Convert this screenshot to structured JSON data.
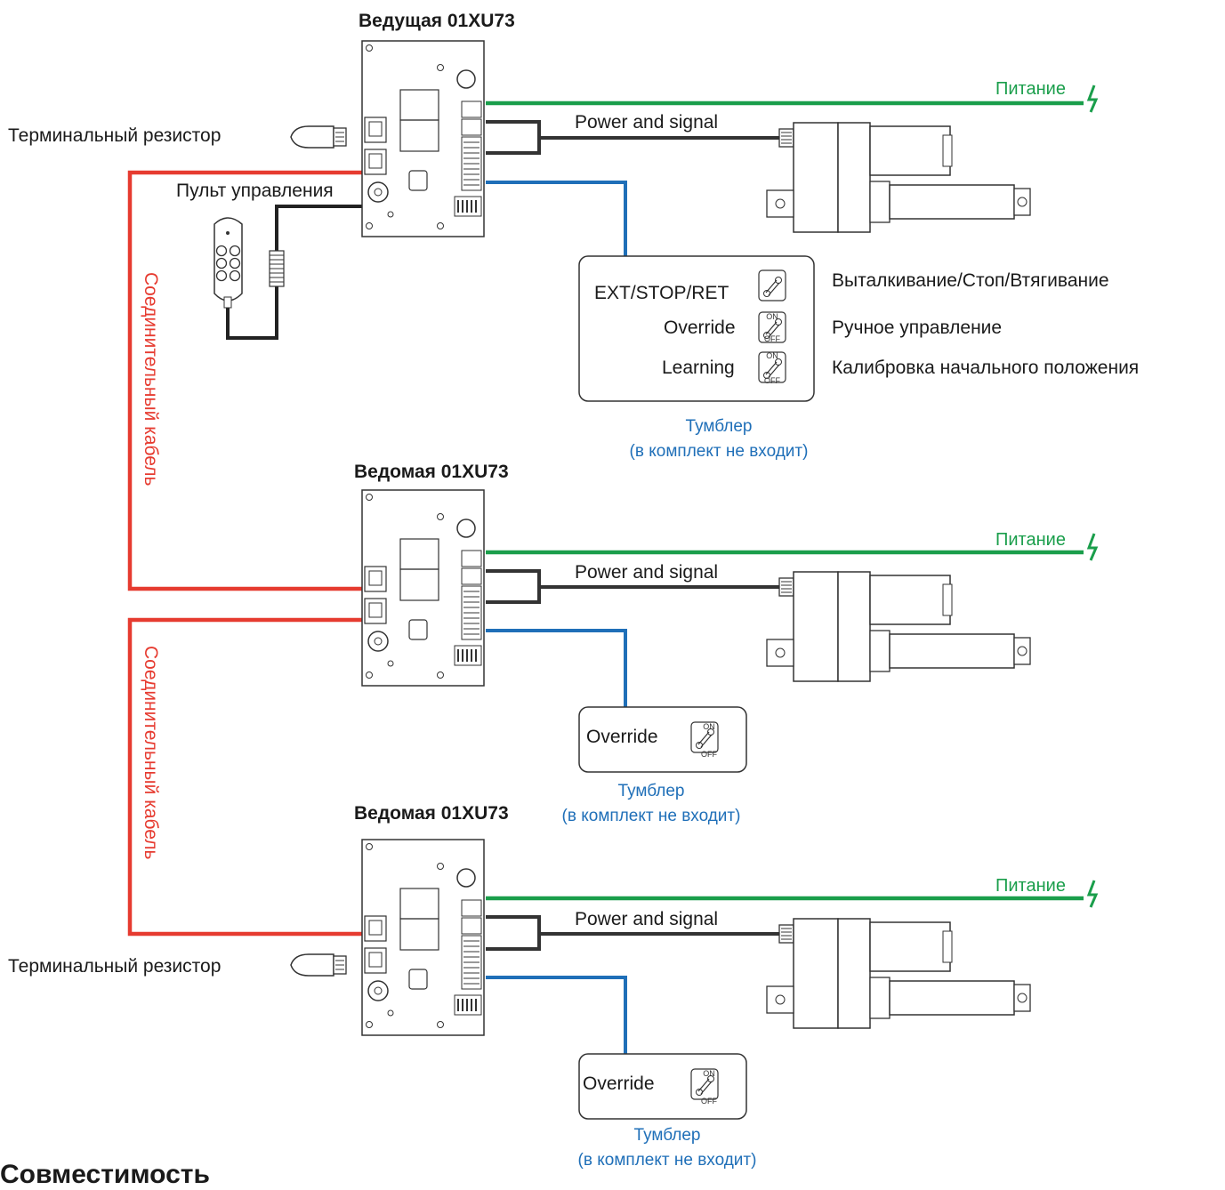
{
  "colors": {
    "power_line": "#1a9e4b",
    "link_cable": "#e63b30",
    "switch_line": "#1f6fb8",
    "signal_line": "#333333"
  },
  "units": [
    {
      "title": "Ведущая 01XU73",
      "power_label": "Питание",
      "signal_label": "Power and signal",
      "switch_caption_1": "Тумблер",
      "switch_caption_2": "(в комплект не входит)"
    },
    {
      "title": "Ведомая 01XU73",
      "power_label": "Питание",
      "signal_label": "Power and signal",
      "switch_caption_1": "Тумблер",
      "switch_caption_2": "(в комплект не входит)"
    },
    {
      "title": "Ведомая 01XU73",
      "power_label": "Питание",
      "signal_label": "Power and signal",
      "switch_caption_1": "Тумблер",
      "switch_caption_2": "(в комплект не входит)"
    }
  ],
  "master_switch_box": {
    "rows": [
      {
        "label": "EXT/STOP/RET",
        "description": "Выталкивание/Стоп/Втягивание"
      },
      {
        "label": "Override",
        "on": "ON",
        "off": "OFF",
        "description": "Ручное управление"
      },
      {
        "label": "Learning",
        "on": "ON",
        "off": "OFF",
        "description": "Калибровка начального положения"
      }
    ]
  },
  "slave_switch_box": {
    "label": "Override",
    "on": "ON",
    "off": "OFF"
  },
  "terminal_resistor_label": "Терминальный резистор",
  "remote_label": "Пульт управления",
  "link_cable_label": "Соединительный кабель",
  "bottom_heading": "Совместимость"
}
